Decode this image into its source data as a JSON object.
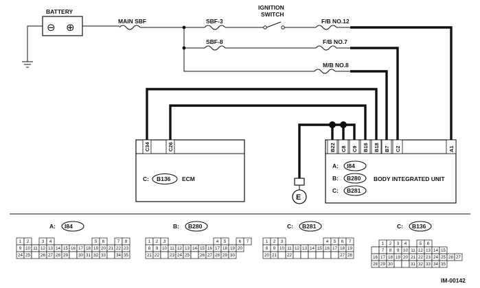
{
  "diagram": {
    "labels": {
      "battery": "BATTERY",
      "main_sbf": "MAIN SBF",
      "sbf3": "SBF-3",
      "sbf8": "SBF-8",
      "ignition": "IGNITION",
      "ignition2": "SWITCH",
      "fb12": "F/B NO.12",
      "fb7": "F/B NO.7",
      "mb8": "M/B NO.8",
      "ecm": "ECM",
      "ecm_conn_prefix": "C:",
      "ecm_conn": "B136",
      "biu": "BODY INTEGRATED UNIT",
      "ground_e": "E",
      "figure_id": "IM-00142"
    },
    "battery_terminals": {
      "neg": "⊖",
      "pos": "⊕"
    },
    "ecm_pins": [
      "C34",
      "C26"
    ],
    "biu_pins": [
      "B22",
      "C8",
      "C9",
      "B16",
      "B18",
      "B7",
      "C2",
      "A1"
    ],
    "biu_connectors": [
      {
        "prefix": "A:",
        "name": "I84"
      },
      {
        "prefix": "B:",
        "name": "B280"
      },
      {
        "prefix": "C:",
        "name": "B281"
      }
    ],
    "connector_views": [
      {
        "prefix": "A:",
        "name": "I84",
        "rows": [
          [
            "1",
            "2",
            "",
            "3",
            "4",
            "",
            "",
            "",
            "",
            "",
            "5",
            "6",
            "",
            "7",
            "8"
          ],
          [
            "9",
            "10",
            "11",
            "12",
            "13",
            "14",
            "15",
            "16",
            "17",
            "18",
            "19",
            "20",
            "21",
            "22",
            "23"
          ],
          [
            "24",
            "25",
            "",
            "26",
            "27",
            "28",
            "29",
            "",
            "30",
            "31",
            "32",
            "33",
            "",
            "34",
            "35"
          ]
        ]
      },
      {
        "prefix": "B:",
        "name": "B280",
        "rows": [
          [
            "1",
            "2",
            "3",
            "",
            "",
            "",
            "",
            "",
            "",
            "4",
            "5",
            "",
            "6",
            "7"
          ],
          [
            "8",
            "9",
            "10",
            "11",
            "12",
            "13",
            "14",
            "15",
            "16",
            "17",
            "18",
            "19",
            "20"
          ],
          [
            "21",
            "22",
            "",
            "23",
            "24",
            "25",
            "",
            "26",
            "27",
            "28",
            "29",
            "30"
          ]
        ]
      },
      {
        "prefix": "C:",
        "name": "B281",
        "rows": [
          [
            "1",
            "2",
            "3",
            "",
            "",
            "",
            "",
            "",
            "4",
            "5",
            "6",
            "7"
          ],
          [
            "8",
            "9",
            "10",
            "11",
            "12",
            "13",
            "14",
            "15",
            "16",
            "17",
            "18",
            "19"
          ],
          [
            "20",
            "21",
            "",
            "22",
            "",
            "",
            "",
            "",
            "",
            "",
            "27",
            "28"
          ]
        ]
      },
      {
        "prefix": "C:",
        "name": "B136",
        "rows": [
          [
            "",
            "1",
            "2",
            "3",
            "4",
            "",
            "5",
            "6"
          ],
          [
            "",
            "7",
            "8",
            "9",
            "10",
            "11",
            "12",
            "13",
            "14",
            "15"
          ],
          [
            "16",
            "17",
            "18",
            "19",
            "20",
            "21",
            "22",
            "23",
            "24",
            "25",
            "26",
            "27"
          ],
          [
            "28",
            "29",
            "30",
            "",
            "",
            "31",
            "32",
            "33",
            "34",
            "35"
          ]
        ]
      }
    ]
  }
}
